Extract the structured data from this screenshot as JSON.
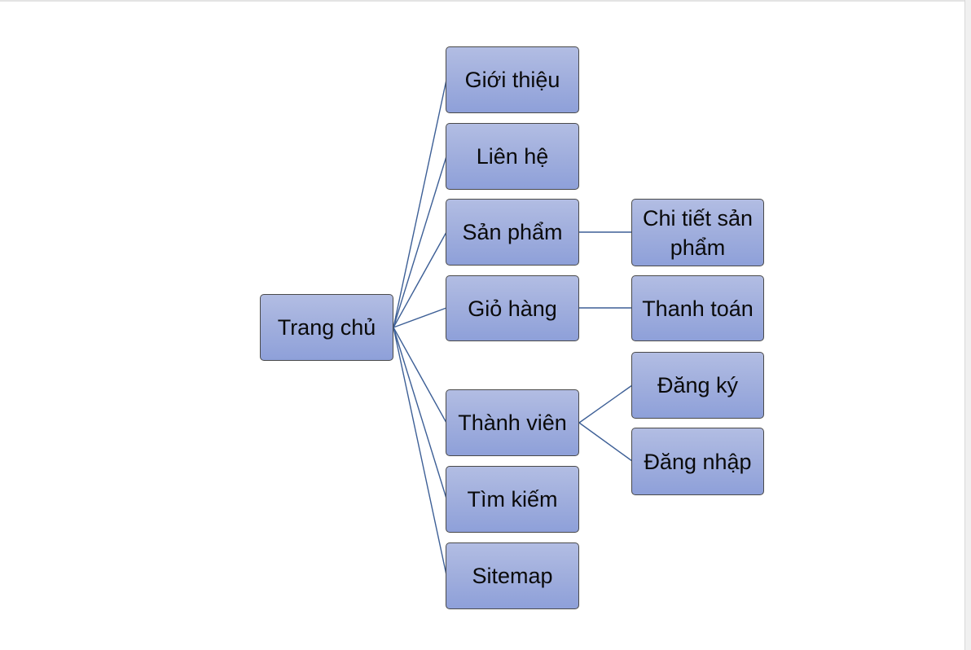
{
  "diagram": {
    "root": {
      "label": "Trang chủ"
    },
    "branches": [
      {
        "label": "Giới thiệu",
        "children": []
      },
      {
        "label": "Liên hệ",
        "children": []
      },
      {
        "label": "Sản phẩm",
        "children": [
          {
            "label": "Chi tiết sản phẩm"
          }
        ]
      },
      {
        "label": "Giỏ hàng",
        "children": [
          {
            "label": "Thanh toán"
          }
        ]
      },
      {
        "label": "Thành viên",
        "children": [
          {
            "label": "Đăng ký"
          },
          {
            "label": "Đăng nhập"
          }
        ]
      },
      {
        "label": "Tìm kiếm",
        "children": []
      },
      {
        "label": "Sitemap",
        "children": []
      }
    ]
  },
  "colors": {
    "node_fill_top": "#b2bde3",
    "node_fill_bottom": "#8ea0d9",
    "node_border": "#4a4a4a",
    "connector": "#3d5f96"
  }
}
